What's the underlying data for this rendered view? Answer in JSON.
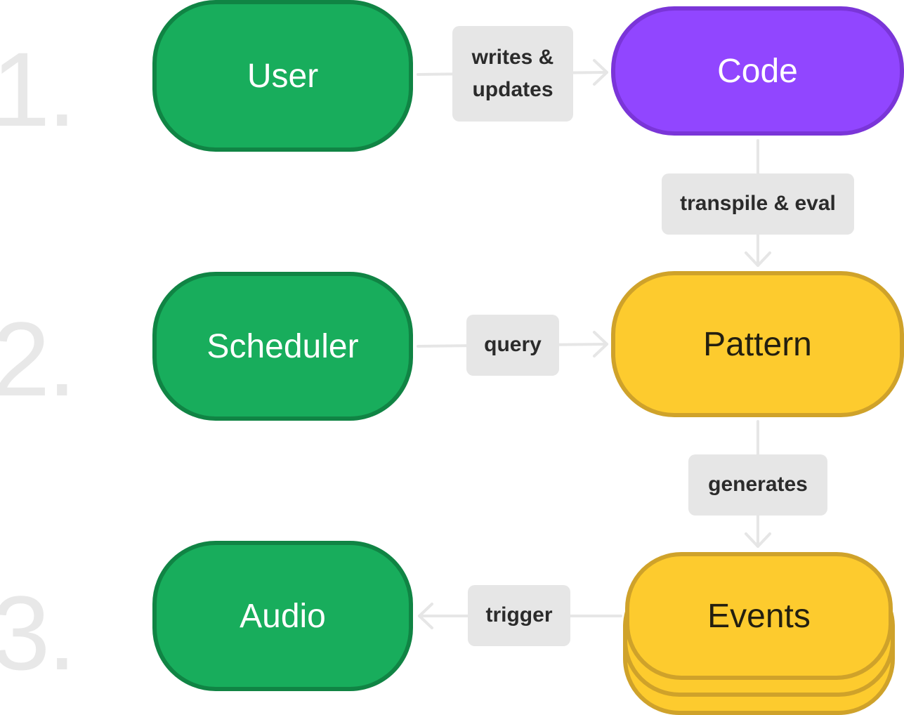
{
  "steps": [
    "1.",
    "2.",
    "3."
  ],
  "nodes": {
    "user": "User",
    "code": "Code",
    "scheduler": "Scheduler",
    "pattern": "Pattern",
    "audio": "Audio",
    "events": "Events"
  },
  "edges": {
    "writes_updates": "writes &\nupdates",
    "transpile_eval": "transpile & eval",
    "query": "query",
    "generates": "generates",
    "trigger": "trigger"
  },
  "colors": {
    "green": "#18ad5c",
    "purple": "#9146ff",
    "yellow": "#fdcb2e",
    "connector": "#e6e6e6",
    "step_number": "#e8e8e8"
  }
}
